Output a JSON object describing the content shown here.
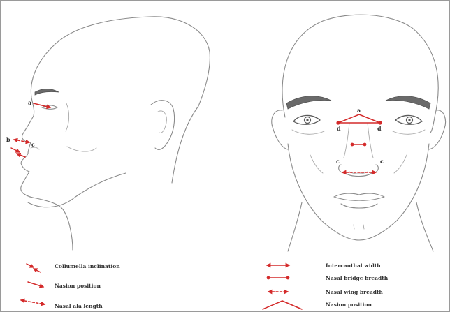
{
  "colors": {
    "marker": "#d42a2a",
    "sketch": "#8a8a8a",
    "text": "#333333"
  },
  "profile_view": {
    "points": {
      "a": "a",
      "b": "b",
      "c": "c"
    }
  },
  "frontal_view": {
    "points": {
      "a": "a",
      "c_left": "c",
      "c_right": "c",
      "d_left": "d",
      "d_right": "d"
    }
  },
  "legend_left": [
    {
      "label": "Collumella inclination",
      "symbol": "two-arrows-icon"
    },
    {
      "label": "Nasion position",
      "symbol": "arrow-icon"
    },
    {
      "label": "Nasal ala length",
      "symbol": "dashed-double-arrow-icon"
    }
  ],
  "legend_right": [
    {
      "label": "Intercanthal width",
      "symbol": "double-arrow-icon"
    },
    {
      "label": "Nasal bridge breadth",
      "symbol": "dot-line-icon"
    },
    {
      "label": "Nasal wing breadth",
      "symbol": "dashed-double-arrow-icon"
    },
    {
      "label": "Nasion position",
      "symbol": "chevron-icon"
    }
  ]
}
